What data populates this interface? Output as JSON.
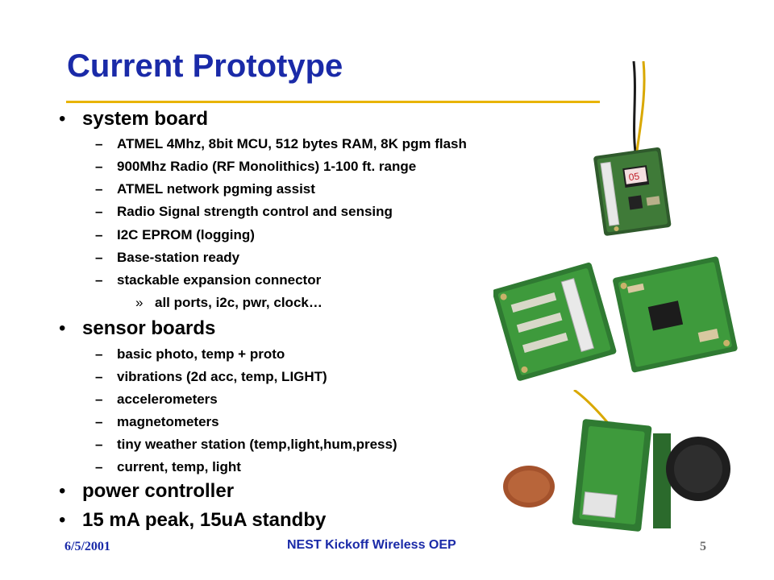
{
  "slide": {
    "title": "Current Prototype",
    "accent_color": "#1a2aa8",
    "rule_color": "#e8b400",
    "bullet_marker": "•",
    "sub_marker": "–",
    "subsub_marker": "»",
    "sections": [
      {
        "heading": "system board",
        "items": [
          "ATMEL 4Mhz, 8bit MCU, 512 bytes RAM, 8K pgm flash",
          "900Mhz Radio (RF Monolithics) 1-100 ft. range",
          "ATMEL network pgming assist",
          "Radio Signal strength control and sensing",
          "I2C EPROM (logging)",
          "Base-station ready",
          "stackable expansion connector"
        ],
        "subitems": [
          "all ports, i2c, pwr, clock…"
        ]
      },
      {
        "heading": "sensor boards",
        "items": [
          "basic photo, temp + proto",
          "vibrations (2d acc, temp, LIGHT)",
          "accelerometers",
          "magnetometers",
          "tiny weather station (temp,light,hum,press)",
          "current, temp, light"
        ]
      },
      {
        "heading": "power controller"
      },
      {
        "heading": "15 mA peak, 15uA standby"
      }
    ],
    "photo_labels": {
      "chip_tag": "05"
    }
  },
  "footer": {
    "date": "6/5/2001",
    "title": "NEST Kickoff Wireless OEP",
    "page": "5"
  }
}
